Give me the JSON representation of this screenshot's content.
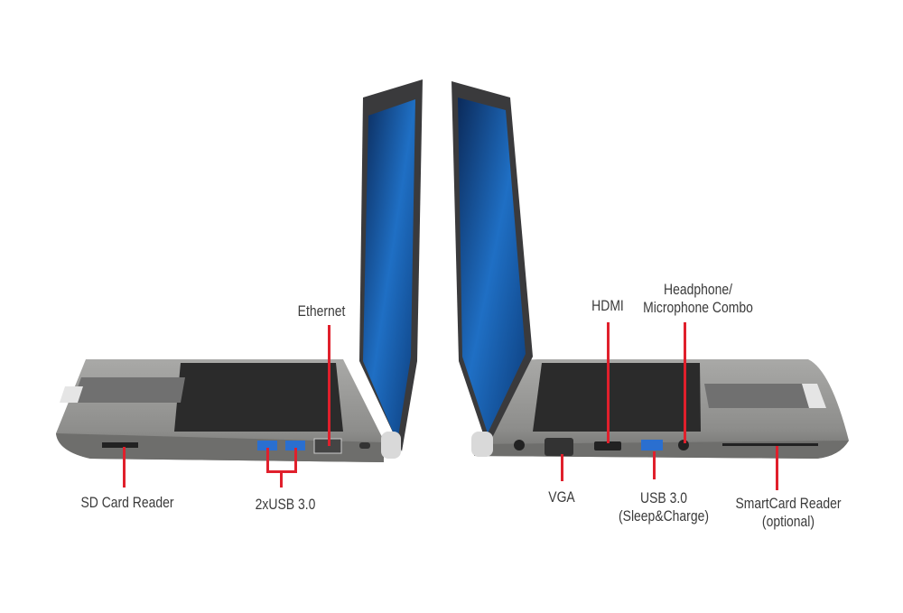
{
  "labels": {
    "ethernet": "Ethernet",
    "sd_card_reader": "SD Card Reader",
    "usb_2x": "2xUSB 3.0",
    "hdmi": "HDMI",
    "headphone_line1": "Headphone/",
    "headphone_line2": "Microphone Combo",
    "vga": "VGA",
    "usb_sleep_line1": "USB 3.0",
    "usb_sleep_line2": "(Sleep&Charge)",
    "smartcard_line1": "SmartCard Reader",
    "smartcard_line2": "(optional)"
  },
  "colors": {
    "callout": "#e0202c",
    "chassis": "#8a8a88",
    "screen": "#1a5fb0"
  }
}
